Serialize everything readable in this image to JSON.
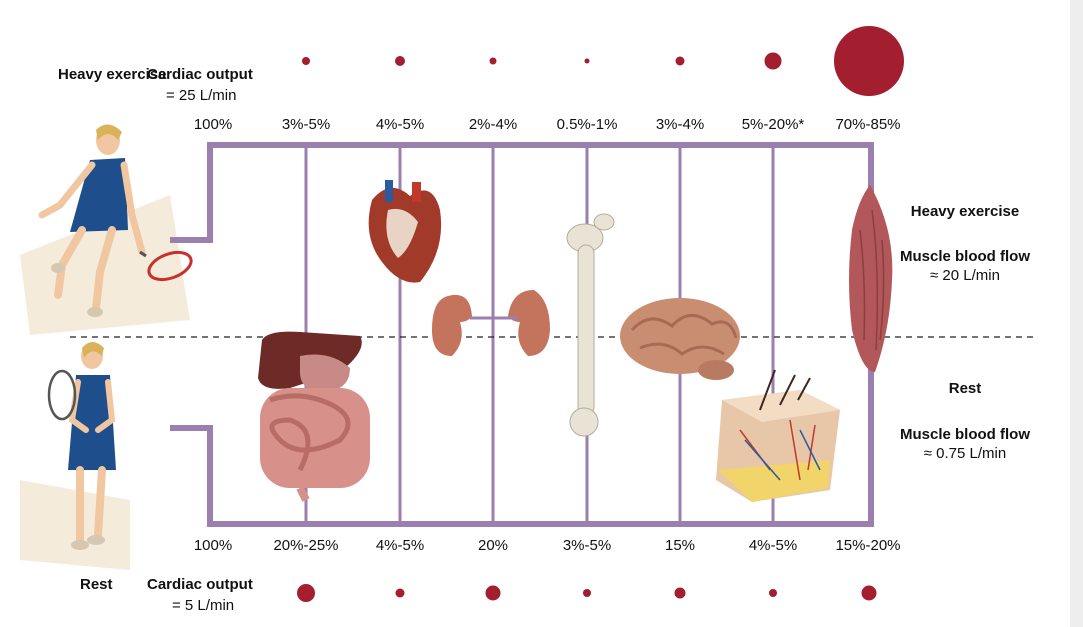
{
  "colors": {
    "frame": "#9b7fae",
    "dot": "#a31e2e",
    "dashed": "#222222",
    "muscle": "#b2585a",
    "bone": "#e9e3d6",
    "brain": "#c98e72",
    "kidney": "#c4735d",
    "liver": "#6e2a26",
    "intestine": "#d8908a",
    "heart": "#a23a2a",
    "skin": "#e8c7a8",
    "dress": "#1e4e8c",
    "skin_tone": "#f0c7a0"
  },
  "exercise": {
    "title": "Heavy exercise",
    "co_label": "Cardiac output",
    "co_value": "= 25 L/min",
    "percentages": [
      "100%",
      "3%-5%",
      "4%-5%",
      "2%-4%",
      "0.5%-1%",
      "3%-4%",
      "5%-20%*",
      "70%-85%"
    ],
    "dot_sizes": [
      4,
      5,
      3.5,
      2.5,
      4.5,
      8.5,
      35
    ]
  },
  "rest": {
    "title": "Rest",
    "co_label": "Cardiac output",
    "co_value": "= 5 L/min",
    "percentages": [
      "100%",
      "20%-25%",
      "4%-5%",
      "20%",
      "3%-5%",
      "15%",
      "4%-5%",
      "15%-20%"
    ],
    "dot_sizes": [
      9,
      4.5,
      7.5,
      4,
      5.5,
      4,
      7.5
    ]
  },
  "right_panel": {
    "exercise_title": "Heavy exercise",
    "exercise_flow_label": "Muscle blood flow",
    "exercise_flow_value": "≈ 20 L/min",
    "rest_title": "Rest",
    "rest_flow_label": "Muscle blood flow",
    "rest_flow_value": "≈ 0.75 L/min"
  },
  "organs": [
    "digestive-tract",
    "heart",
    "kidneys",
    "bone",
    "brain",
    "skin",
    "skeletal-muscle"
  ]
}
